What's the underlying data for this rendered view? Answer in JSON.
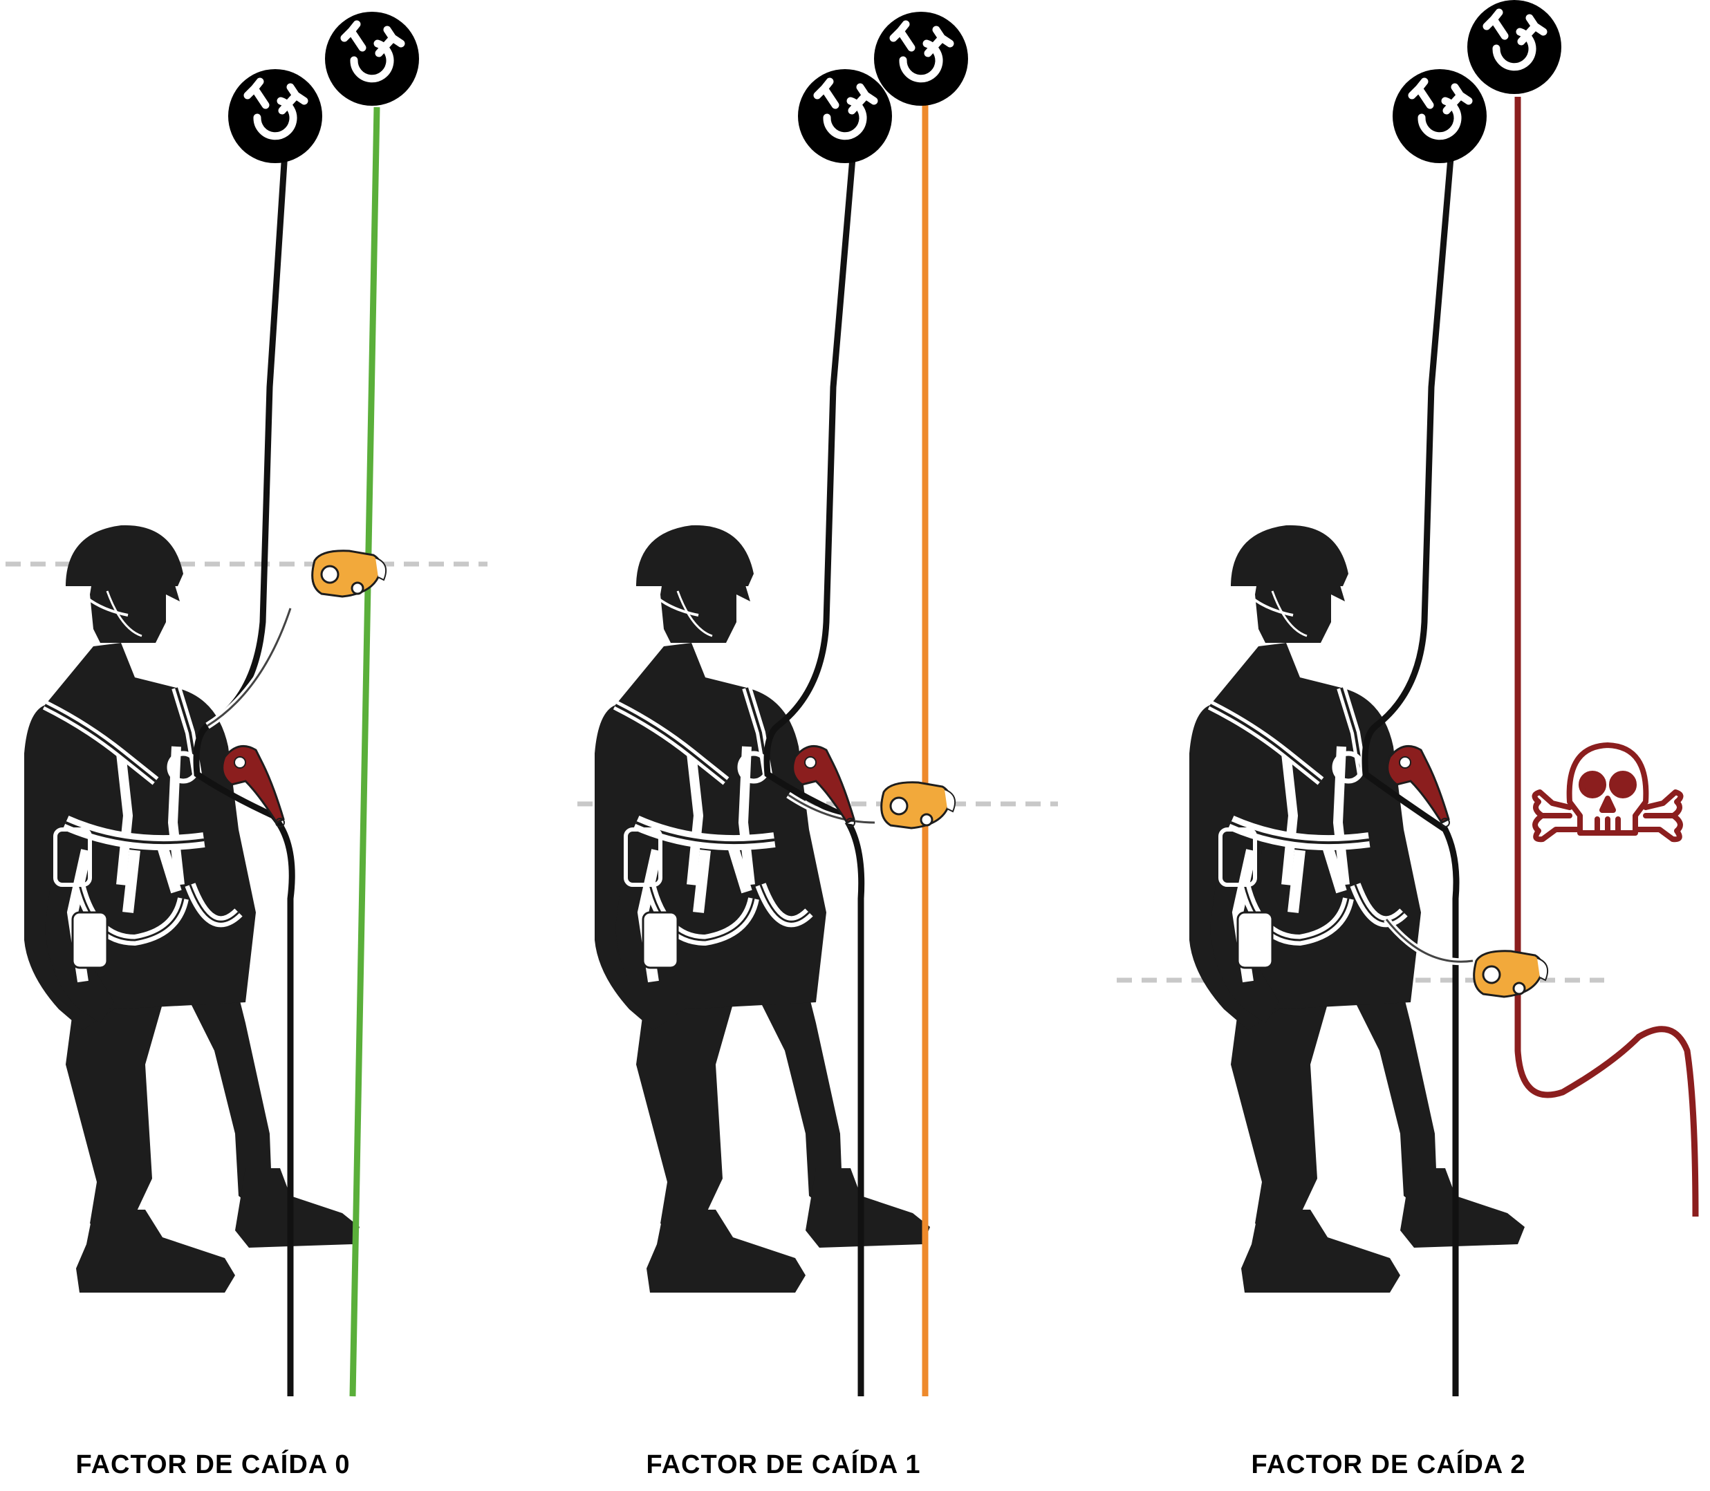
{
  "colors": {
    "silhouette": "#1d1d1d",
    "background_rope": "#111111",
    "harness": "#ffffff",
    "guide_line": "#c8c8c8",
    "device": "#f2a93b",
    "lanyard_device": "#8b1e1e"
  },
  "icons": {
    "anchor": "anchor-icon",
    "danger": "skull-crossbones-icon"
  },
  "panels": [
    {
      "caption": "FACTOR DE CAÍDA 0",
      "rope_color": "#5aaf3a",
      "fall_factor": 0
    },
    {
      "caption": "FACTOR DE CAÍDA 1",
      "rope_color": "#ee8a2c",
      "fall_factor": 1
    },
    {
      "caption": "FACTOR DE CAÍDA 2",
      "rope_color": "#8b1e1e",
      "fall_factor": 2,
      "danger": true
    }
  ]
}
